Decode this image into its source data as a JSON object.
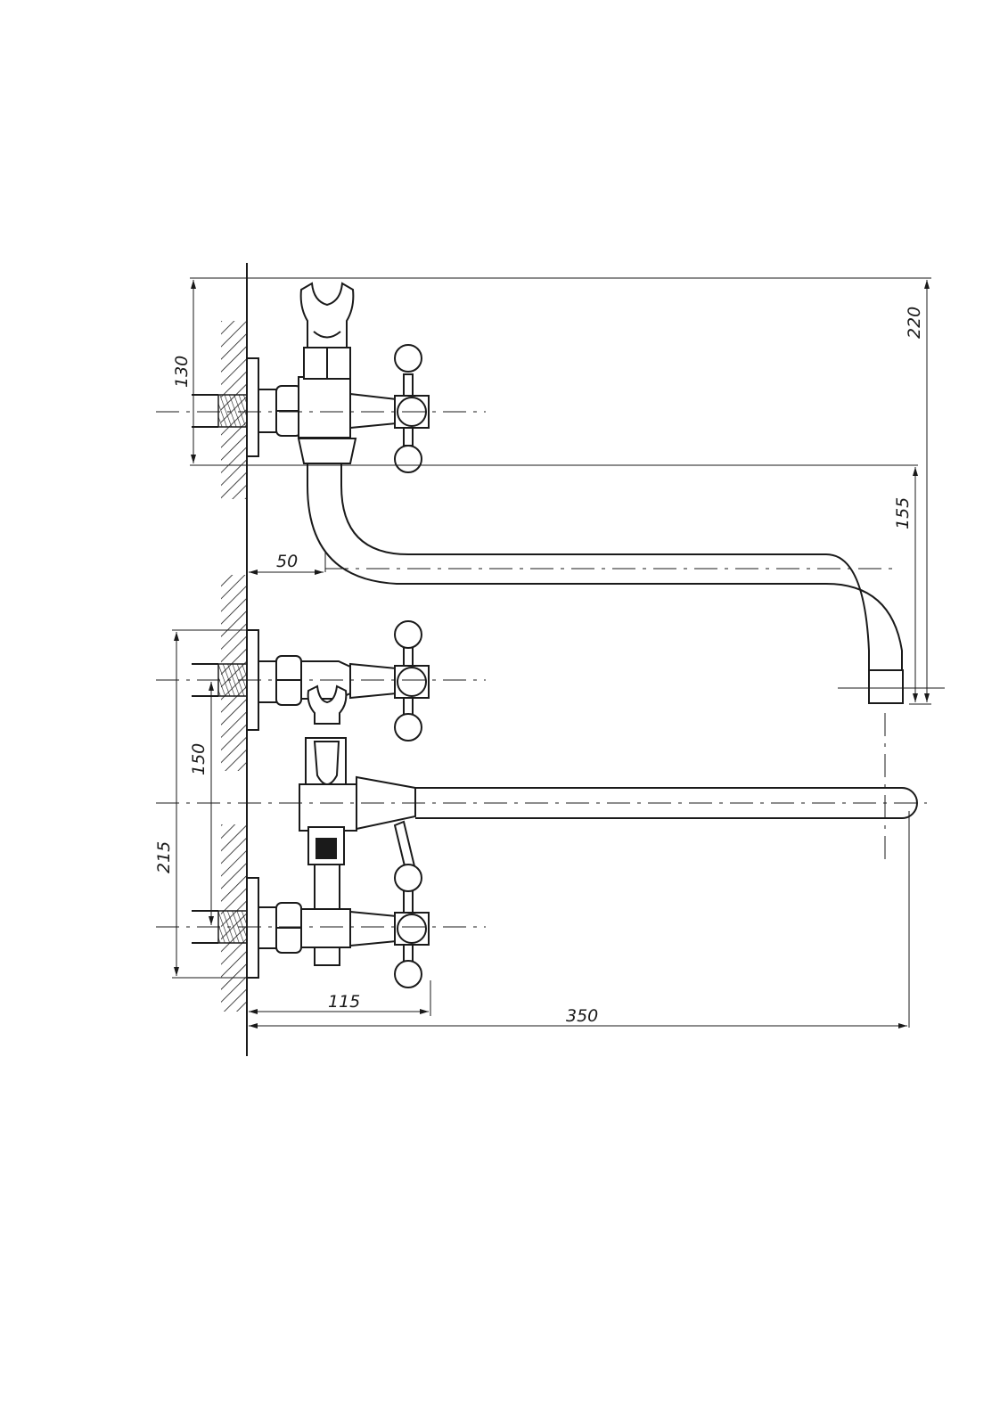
{
  "dimensions": {
    "top_height": "220",
    "upper_height": "130",
    "spout_drop": "155",
    "offset": "50",
    "lower_pitch": "150",
    "lower_overall": "215",
    "handle_reach": "115",
    "spout_length": "350"
  }
}
